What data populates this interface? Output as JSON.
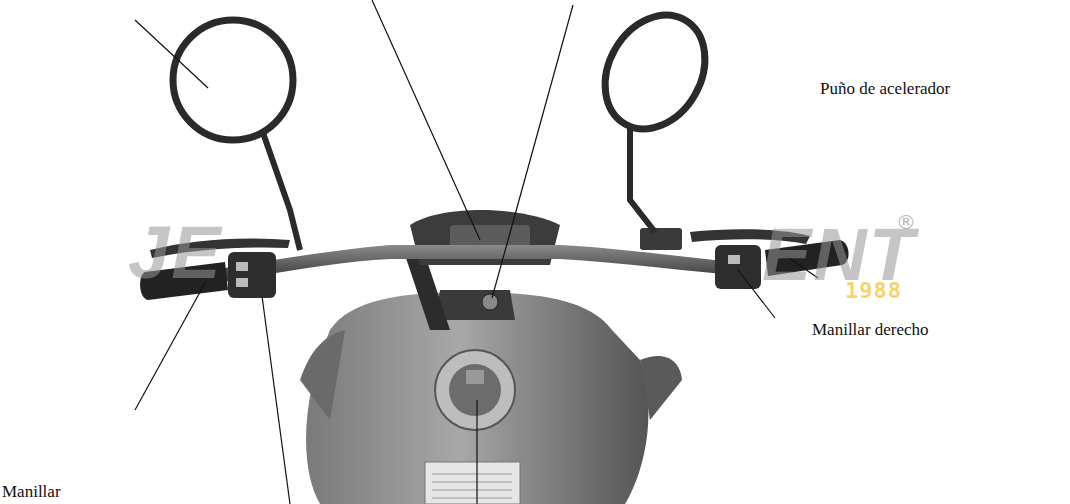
{
  "diagram": {
    "labels": [
      "JE",
      "ENT",
      "®",
      "1988",
      "Puño de acelerador",
      "Manillar derecho",
      "Manillar"
    ]
  }
}
